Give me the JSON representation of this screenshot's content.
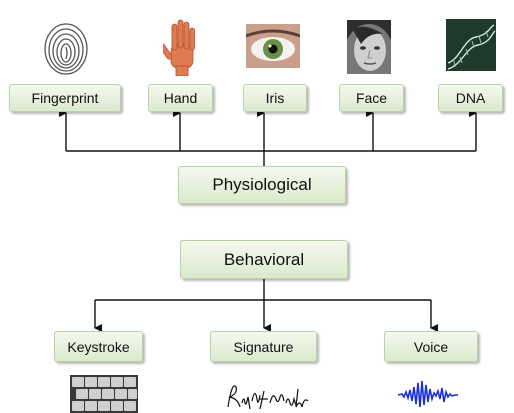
{
  "diagram": {
    "top_labels": {
      "fingerprint": "Fingerprint",
      "hand": "Hand",
      "iris": "Iris",
      "face": "Face",
      "dna": "DNA"
    },
    "physiological": "Physiological",
    "behavioral": "Behavioral",
    "bottom_labels": {
      "keystroke": "Keystroke",
      "signature": "Signature",
      "voice": "Voice"
    },
    "colors": {
      "box_fill_top": "#f4f9ef",
      "box_fill_bottom": "#dbe9cd",
      "box_border": "#b9d3a6",
      "connector": "#111111"
    },
    "icons": [
      "fingerprint-image",
      "hand-image",
      "eye-image",
      "face-image",
      "dna-image",
      "keyboard-image",
      "signature-image",
      "waveform-image"
    ]
  }
}
